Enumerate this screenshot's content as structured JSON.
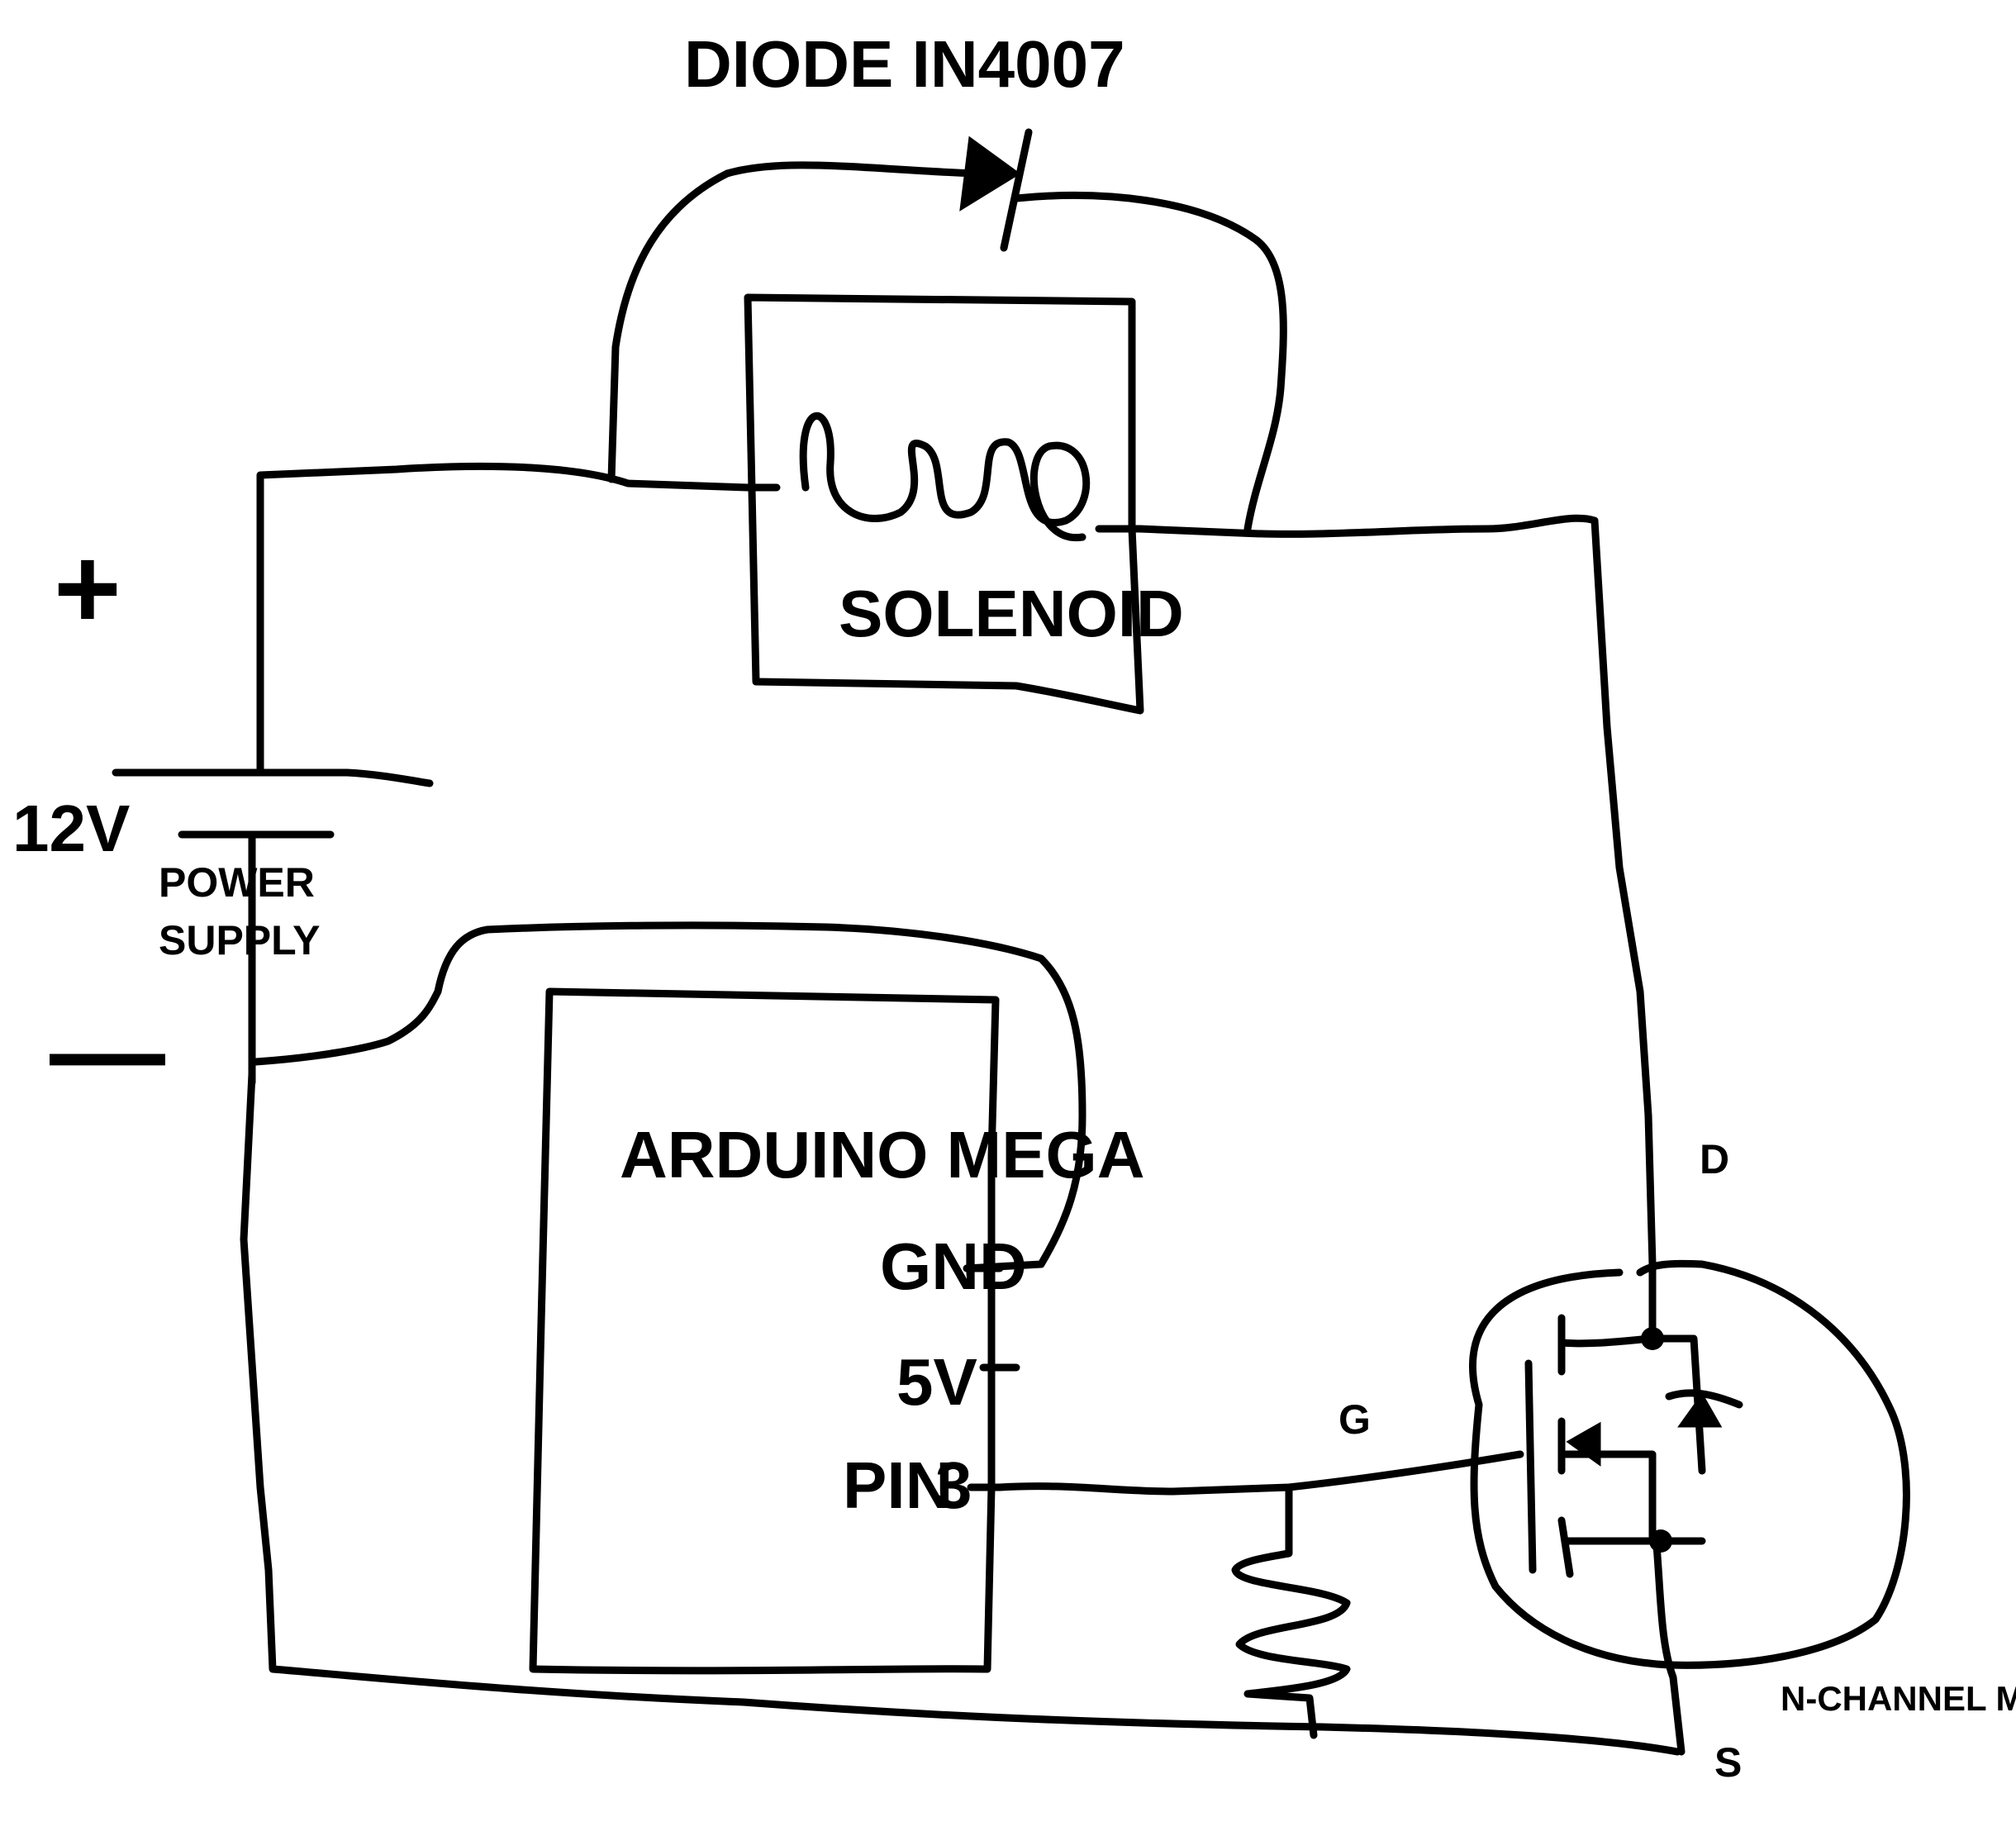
{
  "labels": {
    "diode": "DIODE IN4007",
    "solenoid": "SOLENOID",
    "plus": "+",
    "minus": "—",
    "voltage": "12V",
    "power_line1": "POWER",
    "power_line2": "SUPPLY",
    "arduino": "ARDUINO MEGA",
    "gnd": "GND",
    "five_v": "5V",
    "pin_word": "PIN",
    "pin_num": "3",
    "gate": "G",
    "drain": "D",
    "source": "S",
    "mosfet": "N-CHANNEL MOSFET"
  },
  "colors": {
    "ink": "#000000",
    "background": "#ffffff"
  }
}
